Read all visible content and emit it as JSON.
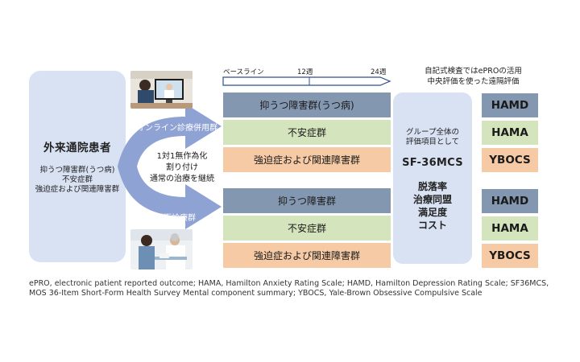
{
  "patient": {
    "title": "外来通院患者",
    "lines": [
      "抑うつ障害群(うつ病)",
      "不安症群",
      "強迫症および関連障害群"
    ]
  },
  "arms": {
    "online_label": "オンライン診療併用群",
    "inperson_label": "対面診療群",
    "randomization_lines": [
      "1対1無作為化",
      "割り付け",
      "通常の治療を継続"
    ]
  },
  "timeline": {
    "baseline": "ベースライン",
    "week12": "12週",
    "week24": "24週"
  },
  "header_note": {
    "lines": [
      "自記式検査ではePROの活用",
      "中央評価を使った遠隔評価"
    ]
  },
  "groups_online": [
    {
      "label": "抑うつ障害群(うつ病)",
      "scale": "HAMD"
    },
    {
      "label": "不安症群",
      "scale": "HAMA"
    },
    {
      "label": "強迫症および関連障害群",
      "scale": "YBOCS"
    }
  ],
  "groups_inperson": [
    {
      "label": "抑うつ障害群",
      "scale": "HAMD"
    },
    {
      "label": "不安症群",
      "scale": "HAMA"
    },
    {
      "label": "強迫症および関連障害群",
      "scale": "YBOCS"
    }
  ],
  "group_panel": {
    "lines": [
      "グループ全体の",
      "評価項目として"
    ],
    "sf": "SF-36MCS",
    "items": [
      "脱落率",
      "治療同盟",
      "満足度",
      "コスト"
    ]
  },
  "footnote": {
    "line1": "ePRO, electronic patient reported outcome; HAMA, Hamilton Anxiety Rating Scale; HAMD, Hamilton Depression Rating Scale; SF36MCS,",
    "line2": "MOS 36-Item Short-Form Health Survey Mental component summary; YBOCS, Yale-Brown Obsessive Compulsive Scale"
  },
  "colors": {
    "blue_bar": "#8497b0",
    "green_bar": "#d4e4bc",
    "orange_bar": "#f6caa5",
    "panel": "#d9e2f3",
    "arrow": "#8fa2d4"
  },
  "icons": {
    "photo_top": "telemedicine-video-call-photo",
    "photo_bottom": "in-person-consultation-photo"
  }
}
